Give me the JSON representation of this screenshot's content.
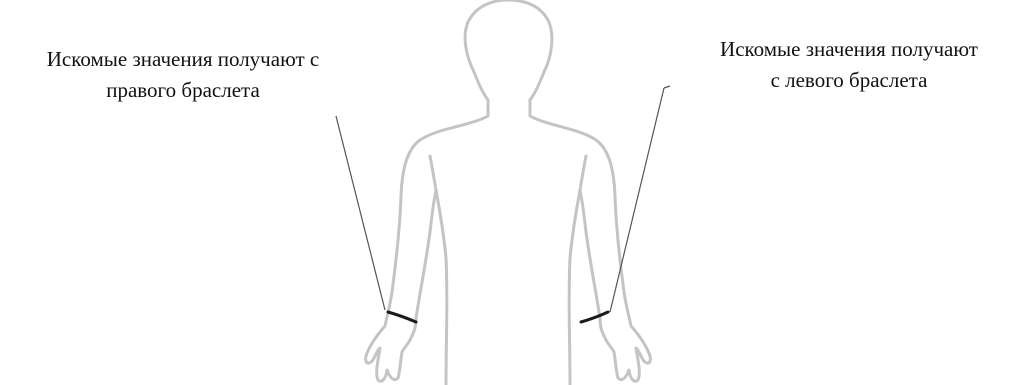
{
  "captions": {
    "left": {
      "line1": "Искомые значения получают с",
      "line2": "правого браслета"
    },
    "right": {
      "line1": "Искомые значения получают",
      "line2": "с левого браслета"
    }
  },
  "colors": {
    "body_outline": "#c4c4c4",
    "leader_line": "#555555",
    "bracelet": "#1a1a1a",
    "text": "#111111",
    "background": "#ffffff"
  },
  "icons": {
    "figure": "human-body-outline",
    "bracelet": "wrist-bracelet-band"
  }
}
